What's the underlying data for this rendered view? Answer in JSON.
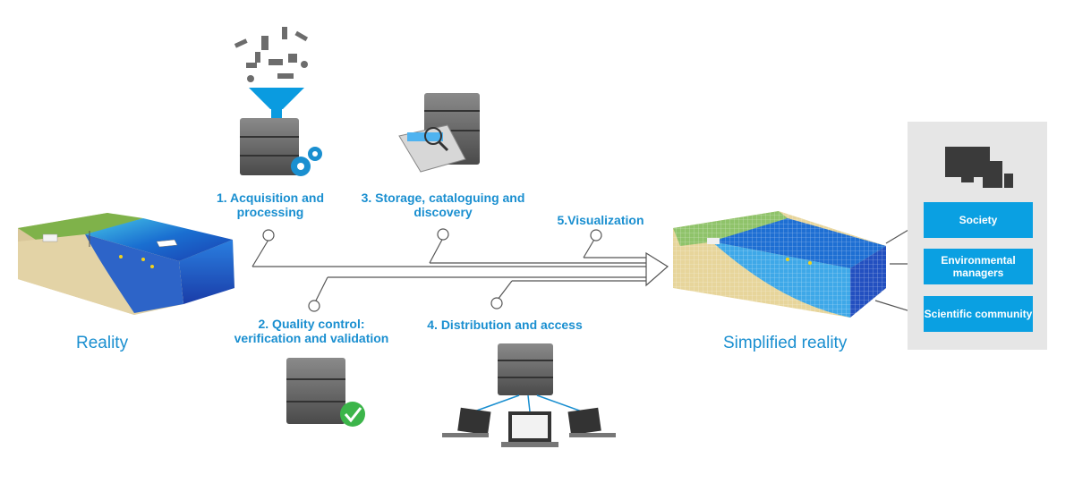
{
  "labels": {
    "reality": "Reality",
    "simplified": "Simplified reality",
    "step1_line1": "1. Acquisition and",
    "step1_line2": "processing",
    "step2_line1": "2. Quality control:",
    "step2_line2": "verification and validation",
    "step3_line1": "3. Storage, cataloguing and",
    "step3_line2": "discovery",
    "step4": "4. Distribution and access",
    "step5": "5.Visualization"
  },
  "audiences": [
    "Society",
    "Environmental managers",
    "Scientific community"
  ],
  "colors": {
    "accent": "#1a8fd0",
    "audience_box": "#0aa0e2",
    "panel_bg": "#e6e6e6",
    "server": "#6b6b6b",
    "gear": "#1a8fd0",
    "check": "#3cb54a"
  },
  "icons": [
    "block-diagram-reality",
    "server-funnel-gears",
    "server-quality-check",
    "server-archive-drawer",
    "server-laptops",
    "block-diagram-simplified",
    "devices-icon"
  ]
}
